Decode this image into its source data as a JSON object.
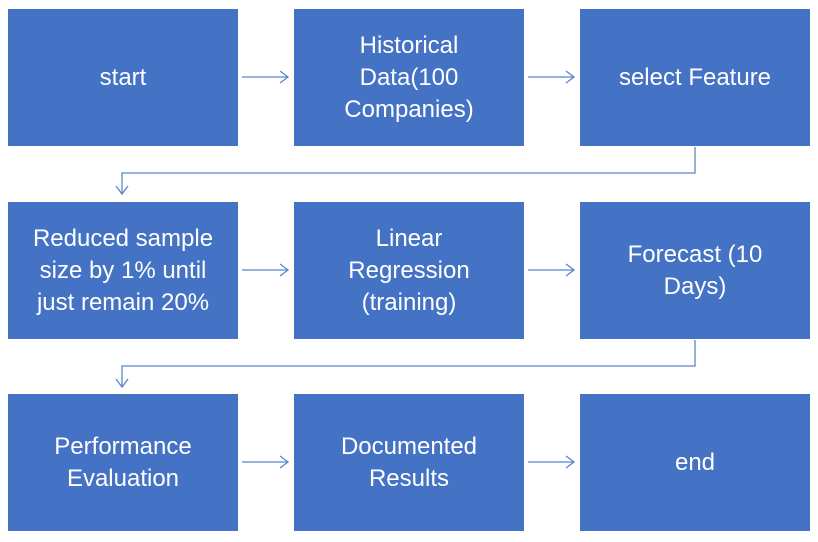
{
  "flowchart": {
    "row1": {
      "start": "start",
      "historical": "Historical\nData(100\nCompanies)",
      "select_feature": "select Feature"
    },
    "row2": {
      "reduced_sample": "Reduced sample\nsize by 1% until\njust remain 20%",
      "linear_regression": "Linear\nRegression\n(training)",
      "forecast": "Forecast (10\nDays)"
    },
    "row3": {
      "performance": "Performance\nEvaluation",
      "documented": "Documented\nResults",
      "end": "end"
    }
  },
  "colors": {
    "box_fill": "#4472c4",
    "box_text": "#ffffff",
    "connector": "#5b86c9"
  }
}
